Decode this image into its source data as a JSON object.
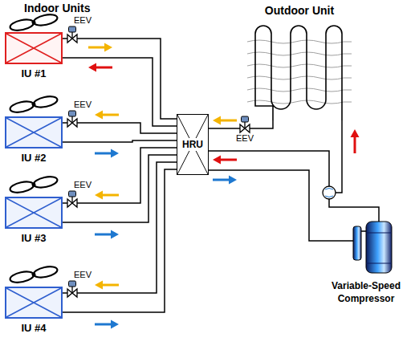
{
  "diagram": {
    "nodes": [
      {
        "text": [
          "IU #1"
        ]
      },
      {
        "text": [
          "IU #2"
        ]
      },
      {
        "text": [
          "IU #3"
        ]
      },
      {
        "text": [
          "IU #4"
        ]
      },
      {
        "text": [
          "HRU"
        ]
      },
      {
        "text": [
          "Outdoor Unit"
        ]
      },
      {
        "text": [
          "Variable-Speed Compressor"
        ]
      }
    ],
    "edges": [
      {
        "from": 0,
        "to": 4,
        "arrow": "none"
      },
      {
        "from": 1,
        "to": 4,
        "arrow": "none"
      },
      {
        "from": 2,
        "to": 4,
        "arrow": "none"
      },
      {
        "from": 3,
        "to": 4,
        "arrow": "none"
      },
      {
        "from": 4,
        "to": 5,
        "arrow": "none"
      },
      {
        "from": 4,
        "to": 6,
        "arrow": "none"
      }
    ],
    "labels": [
      "Indoor Units",
      "EEV",
      "EEV",
      "EEV",
      "EEV",
      "EEV"
    ]
  }
}
